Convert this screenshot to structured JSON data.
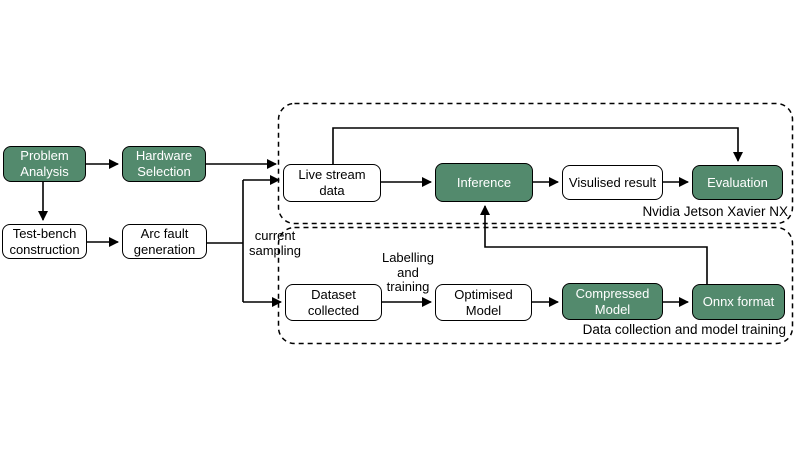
{
  "diagram": {
    "nodes": {
      "problem_analysis": {
        "label": "Problem Analysis",
        "variant": "green"
      },
      "hardware_selection": {
        "label": "Hardware Selection",
        "variant": "green"
      },
      "test_bench_construction": {
        "label": "Test-bench construction",
        "variant": "white"
      },
      "arc_fault_generation": {
        "label": "Arc fault generation",
        "variant": "white"
      },
      "live_stream_data": {
        "label": "Live stream data",
        "variant": "white"
      },
      "inference": {
        "label": "Inference",
        "variant": "green"
      },
      "visulised_result": {
        "label": "Visulised result",
        "variant": "white"
      },
      "evaluation": {
        "label": "Evaluation",
        "variant": "green"
      },
      "dataset_collected": {
        "label": "Dataset collected",
        "variant": "white"
      },
      "optimised_model": {
        "label": "Optimised Model",
        "variant": "white"
      },
      "compressed_model": {
        "label": "Compressed Model",
        "variant": "green"
      },
      "onnx_format": {
        "label": "Onnx format",
        "variant": "green"
      }
    },
    "groups": {
      "jetson": {
        "label": "Nvidia Jetson Xavier NX"
      },
      "data_collection": {
        "label": "Data collection and model training"
      }
    },
    "edge_labels": {
      "current_sampling": "current sampling",
      "labelling_and_training": "Labelling and training"
    },
    "colors": {
      "green_fill": "#538a6d",
      "white_fill": "#ffffff",
      "box_border": "#000000",
      "text_on_green": "#ffffff",
      "text_on_white": "#000000",
      "connector": "#000000",
      "background": "#ffffff"
    }
  }
}
